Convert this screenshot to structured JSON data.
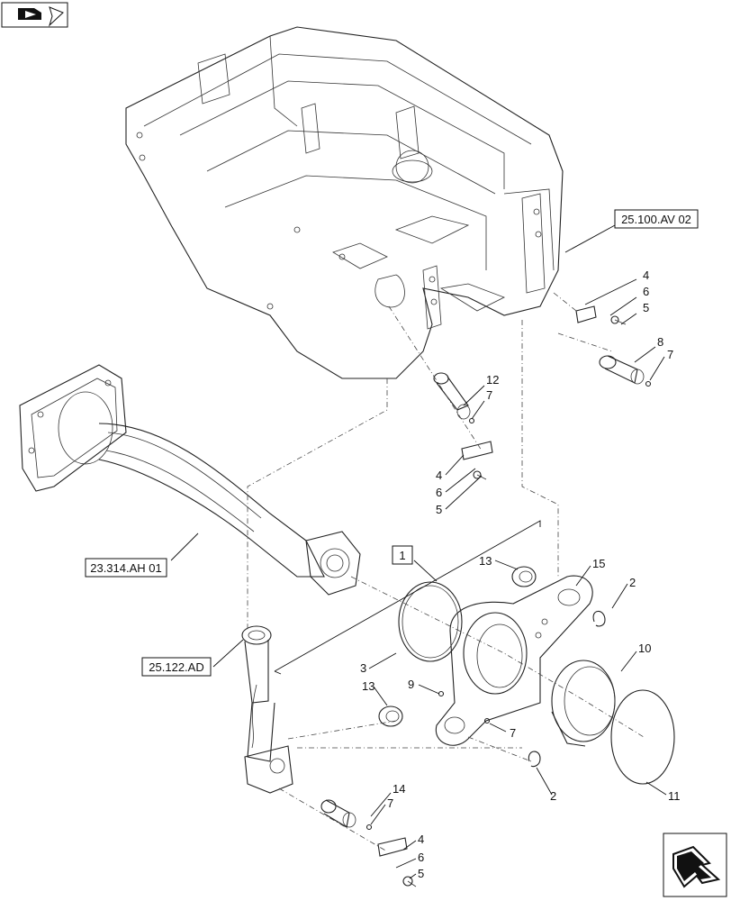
{
  "diagram": {
    "reference_labels": {
      "ref_25_100": "25.100.AV 02",
      "ref_23_314": "23.314.AH 01",
      "ref_25_122": "25.122.AD"
    },
    "group_label": "1",
    "callouts": {
      "c4a": "4",
      "c6a": "6",
      "c5a": "5",
      "c8": "8",
      "c7a": "7",
      "c12": "12",
      "c7b": "7",
      "c4b": "4",
      "c6b": "6",
      "c5b": "5",
      "c13a": "13",
      "c15": "15",
      "c2a": "2",
      "c3": "3",
      "c9": "9",
      "c13b": "13",
      "c10": "10",
      "c7c": "7",
      "c2b": "2",
      "c11": "11",
      "c14": "14",
      "c7d": "7",
      "c4c": "4",
      "c6c": "6",
      "c5c": "5"
    },
    "icons": {
      "top_left": "book-arrow-icon",
      "bottom_right": "next-page-arrow-icon"
    }
  }
}
